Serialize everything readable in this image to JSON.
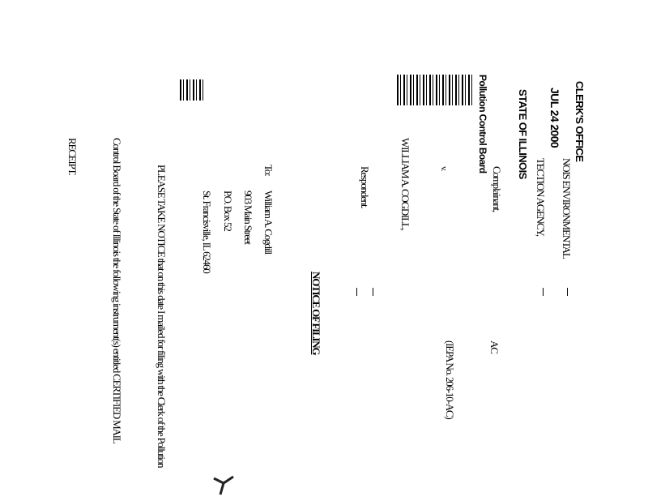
{
  "stamp": {
    "line1": "CLERK'S OFFICE",
    "line2": "JUL 24 2000",
    "line3": "STATE OF ILLINOIS",
    "line4": "Pollution Control Board"
  },
  "caption": {
    "complainant_l1": "NOIS ENVIRONMENTAL",
    "complainant_l2": "TECTION AGENCY,",
    "complainant_role": "Complainant,",
    "versus": "v.",
    "respondent_name": "WILLIAM A. COGDILL,",
    "respondent_role": "Respondent.",
    "case_suffix": "AC",
    "case_number": "(IEPA No. 206-10-AC)"
  },
  "title": "NOTICE OF FILING",
  "address": {
    "to_label": "To:",
    "name": "William A. Cogdill",
    "street": "903 Main Street",
    "po_box": "P.O. Box 52",
    "city": "St. Francisville, IL  62460"
  },
  "body": {
    "line1": "PLEASE TAKE NOTICE that on this date I mailed for filing with the Clerk of the Pollution",
    "line2": "Control Board of the State of Illinois the following instrument(s) entitled CERTIFIED MAIL",
    "line3": "RECEIPT."
  }
}
